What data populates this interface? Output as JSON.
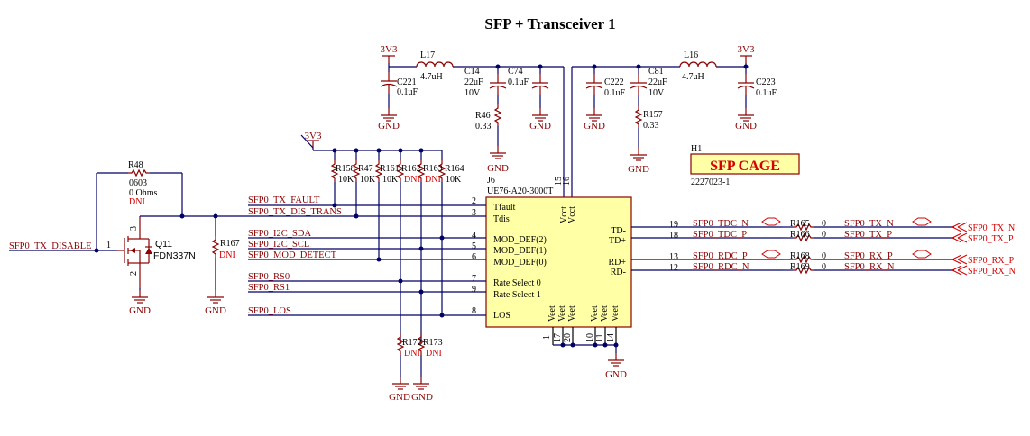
{
  "title": "SFP + Transceiver 1",
  "power_labels": {
    "v3a": "3V3",
    "v3b": "3V3",
    "v3c": "3V3"
  },
  "gnd": "GND",
  "inductors": {
    "l17": {
      "ref": "L17",
      "value": "4.7uH"
    },
    "l16": {
      "ref": "L16",
      "value": "4.7uH"
    }
  },
  "caps": {
    "c221": {
      "ref": "C221",
      "value": "0.1uF"
    },
    "c14": {
      "ref": "C14",
      "value": "22uF",
      "rating": "10V"
    },
    "c74": {
      "ref": "C74",
      "value": "0.1uF"
    },
    "c222": {
      "ref": "C222",
      "value": "0.1uF"
    },
    "c81": {
      "ref": "C81",
      "value": "22uF",
      "rating": "10V"
    },
    "c223": {
      "ref": "C223",
      "value": "0.1uF"
    }
  },
  "resistors": {
    "r46": {
      "ref": "R46",
      "value": "0.33"
    },
    "r157": {
      "ref": "R157",
      "value": "0.33"
    },
    "r48": {
      "ref": "R48",
      "pkg": "0603",
      "value": "0 Ohms",
      "dni": "DNI"
    },
    "r167": {
      "ref": "R167",
      "dni": "DNI"
    },
    "r158": {
      "ref": "R158",
      "value": "10K"
    },
    "r47": {
      "ref": "R47",
      "value": "10K"
    },
    "r161": {
      "ref": "R161",
      "value": "10K"
    },
    "r162": {
      "ref": "R162",
      "dni": "DNI"
    },
    "r163": {
      "ref": "R163",
      "dni": "DNI"
    },
    "r164": {
      "ref": "R164",
      "value": "10K"
    },
    "r172": {
      "ref": "R172",
      "dni": "DNI"
    },
    "r173": {
      "ref": "R173",
      "dni": "DNI"
    },
    "r165": {
      "ref": "R165",
      "value": "0"
    },
    "r166": {
      "ref": "R166",
      "value": "0"
    },
    "r168": {
      "ref": "R168",
      "value": "0"
    },
    "r169": {
      "ref": "R169",
      "value": "0"
    }
  },
  "transistor": {
    "ref": "Q11",
    "part": "FDN337N",
    "pin1": "1",
    "pin2": "2",
    "pin3": "3"
  },
  "connector": {
    "ref": "J6",
    "part": "UE76-A20-3000T",
    "cage_ref": "H1",
    "cage_label": "SFP CAGE",
    "cage_part": "2227023-1",
    "left_pins": [
      {
        "num": "2",
        "name": "Tfault",
        "net": "SFP0_TX_FAULT"
      },
      {
        "num": "3",
        "name": "Tdis",
        "net": "SFP0_TX_DIS_TRANS"
      },
      {
        "num": "4",
        "name": "MOD_DEF(2)",
        "net": "SFP0_I2C_SDA"
      },
      {
        "num": "5",
        "name": "MOD_DEF(1)",
        "net": "SFP0_I2C_SCL"
      },
      {
        "num": "6",
        "name": "MOD_DEF(0)",
        "net": "SFP0_MOD_DETECT"
      },
      {
        "num": "7",
        "name": "Rate Select 0",
        "net": "SFP0_RS0"
      },
      {
        "num": "9",
        "name": "Rate Select 1",
        "net": "SFP0_RS1"
      },
      {
        "num": "8",
        "name": "LOS",
        "net": "SFP0_LOS"
      }
    ],
    "right_pins": [
      {
        "num": "19",
        "name": "TD-",
        "net": "SFP0_TDC_N"
      },
      {
        "num": "18",
        "name": "TD+",
        "net": "SFP0_TDC_P"
      },
      {
        "num": "13",
        "name": "RD+",
        "net": "SFP0_RDC_P"
      },
      {
        "num": "12",
        "name": "RD-",
        "net": "SFP0_RDC_N"
      }
    ],
    "top_pins": [
      {
        "num": "15",
        "name": "Vcct"
      },
      {
        "num": "16",
        "name": "Vcct"
      }
    ],
    "bottom_pins": [
      "1",
      "17",
      "20",
      "10",
      "11",
      "14"
    ],
    "vee": "Veet"
  },
  "left_net": "SFP0_TX_DISABLE",
  "ports": [
    "SFP0_TX_N",
    "SFP0_TX_P",
    "SFP0_RX_P",
    "SFP0_RX_N"
  ],
  "out_nets": [
    "SFP0_TX_N",
    "SFP0_TX_P",
    "SFP0_RX_P",
    "SFP0_RX_N"
  ]
}
